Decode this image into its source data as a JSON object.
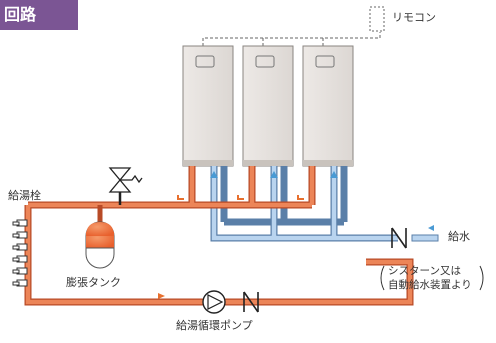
{
  "header": {
    "title": "回路"
  },
  "labels": {
    "remote": "リモコン",
    "hydrant": "給湯栓",
    "expansion_tank": "膨張タンク",
    "water_supply": "給水",
    "cistern_line1": "シスターン又は",
    "cistern_line2": "自動給水装置より",
    "pump": "給湯循環ポンプ"
  },
  "colors": {
    "hot_pipe": "#e87a4e",
    "hot_pipe_edge": "#b84a26",
    "cold_pipe": "#a9c8e8",
    "cold_pipe_edge": "#5a7fa8",
    "tank": "#e8602d",
    "header_bg": "#7b5594",
    "arrow_hot": "#e8702e",
    "arrow_cold": "#4a9ad4"
  },
  "heater_units": [
    {
      "name": "unit-1"
    },
    {
      "name": "unit-2"
    },
    {
      "name": "unit-3"
    }
  ]
}
